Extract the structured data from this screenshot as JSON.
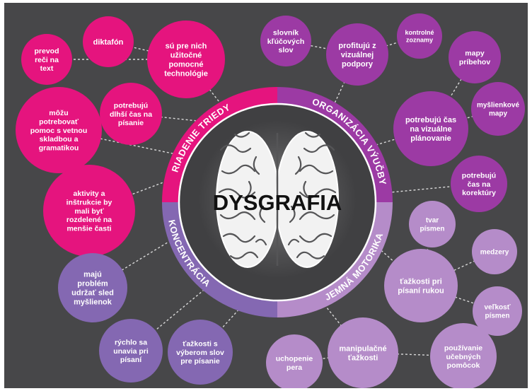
{
  "title": "DYSGRAFIA",
  "colors": {
    "background": "#474749",
    "magenta": "#e5147e",
    "violet": "#9c3aa4",
    "slate_purple": "#8468b2",
    "lilac": "#b58cc9",
    "center_disc": "#404042",
    "connector": "#d9d9d9"
  },
  "sections": [
    {
      "key": "riadenie",
      "label": "RIADENIE TRIEDY",
      "color": "#e5147e"
    },
    {
      "key": "organizacia",
      "label": "ORGANIZÁCIA VÝUČBY",
      "color": "#9c3aa4"
    },
    {
      "key": "koncentracia",
      "label": "KONCENTRÁCIA",
      "color": "#8468b2"
    },
    {
      "key": "jemna",
      "label": "JEMNÁ MOTORIKA",
      "color": "#b58cc9"
    }
  ],
  "bubbles": [
    {
      "id": "prevod-reci",
      "group": "riadenie",
      "lines": [
        "prevod",
        "reči na",
        "text"
      ]
    },
    {
      "id": "diktafon",
      "group": "riadenie",
      "lines": [
        "diktafón"
      ]
    },
    {
      "id": "technologie",
      "group": "riadenie",
      "lines": [
        "sú pre nich",
        "užitočné",
        "pomocné",
        "technológie"
      ]
    },
    {
      "id": "dlhsi-cas",
      "group": "riadenie",
      "lines": [
        "potrebujú",
        "dlhší čas na",
        "písanie"
      ]
    },
    {
      "id": "vetna-skladba",
      "group": "riadenie",
      "lines": [
        "môžu",
        "potrebovať",
        "pomoc s vetnou",
        "skladbou a",
        "gramatikou"
      ]
    },
    {
      "id": "aktivity",
      "group": "riadenie",
      "lines": [
        "aktivity a",
        "inštrukcie by",
        "mali byť",
        "rozdelené na",
        "menšie časti"
      ]
    },
    {
      "id": "slovnik",
      "group": "organizacia",
      "lines": [
        "slovník",
        "kľúčových",
        "slov"
      ]
    },
    {
      "id": "vizualna-podpora",
      "group": "organizacia",
      "lines": [
        "profitujú z",
        "vizuálnej",
        "podpory"
      ]
    },
    {
      "id": "kontrolne-zoznamy",
      "group": "organizacia",
      "lines": [
        "kontrolné",
        "zoznamy"
      ]
    },
    {
      "id": "mapy-pribehov",
      "group": "organizacia",
      "lines": [
        "mapy",
        "príbehov"
      ]
    },
    {
      "id": "vizualne-planovanie",
      "group": "organizacia",
      "lines": [
        "potrebujú čas",
        "na vizuálne",
        "plánovanie"
      ]
    },
    {
      "id": "myslienkove-mapy",
      "group": "organizacia",
      "lines": [
        "myšlienkové",
        "mapy"
      ]
    },
    {
      "id": "korektury",
      "group": "organizacia",
      "lines": [
        "potrebujú",
        "čas na",
        "korektúry"
      ]
    },
    {
      "id": "sled-myslienok",
      "group": "koncentracia",
      "lines": [
        "majú",
        "problém",
        "udržať sled",
        "myšlienok"
      ]
    },
    {
      "id": "unavia",
      "group": "koncentracia",
      "lines": [
        "rýchlo sa",
        "unavia pri",
        "písaní"
      ]
    },
    {
      "id": "vyber-slov",
      "group": "koncentracia",
      "lines": [
        "ťažkosti s",
        "výberom slov",
        "pre písanie"
      ]
    },
    {
      "id": "tvar-pismen",
      "group": "jemna",
      "lines": [
        "tvar",
        "písmen"
      ]
    },
    {
      "id": "medzery",
      "group": "jemna",
      "lines": [
        "medzery"
      ]
    },
    {
      "id": "pisanie-rukou",
      "group": "jemna",
      "lines": [
        "ťažkosti pri",
        "písaní rukou"
      ]
    },
    {
      "id": "velkost-pismen",
      "group": "jemna",
      "lines": [
        "veľkosť",
        "písmen"
      ]
    },
    {
      "id": "manipulacne",
      "group": "jemna",
      "lines": [
        "manipulačné",
        "ťažkosti"
      ]
    },
    {
      "id": "uchopenie-pera",
      "group": "jemna",
      "lines": [
        "uchopenie",
        "pera"
      ]
    },
    {
      "id": "ucebne-pomocky",
      "group": "jemna",
      "lines": [
        "používanie",
        "učebných",
        "pomôcok"
      ]
    }
  ]
}
